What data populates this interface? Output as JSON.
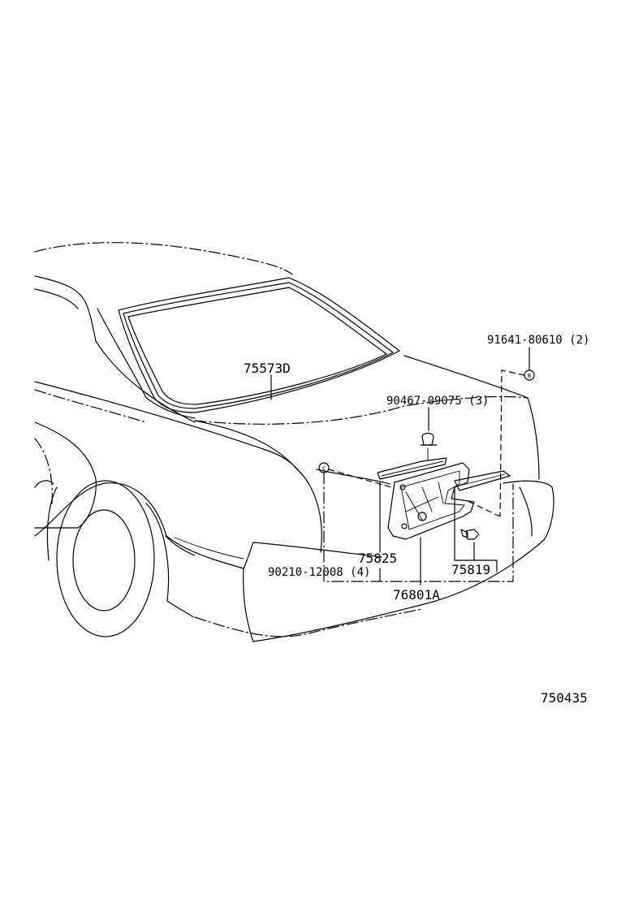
{
  "diagram": {
    "figure_number": "750435",
    "parts": [
      {
        "id": "p1",
        "number": "75573D"
      },
      {
        "id": "p2",
        "number": "91641-80610",
        "qty": "(2)"
      },
      {
        "id": "p3",
        "number": "90467-09075",
        "qty": "(3)"
      },
      {
        "id": "p4",
        "number": "75825"
      },
      {
        "id": "p5",
        "number": "90210-12008",
        "qty": "(4)"
      },
      {
        "id": "p6",
        "number": "75819"
      },
      {
        "id": "p7",
        "number": "76801A"
      }
    ],
    "callouts": {
      "c": "c",
      "b": "B"
    }
  }
}
